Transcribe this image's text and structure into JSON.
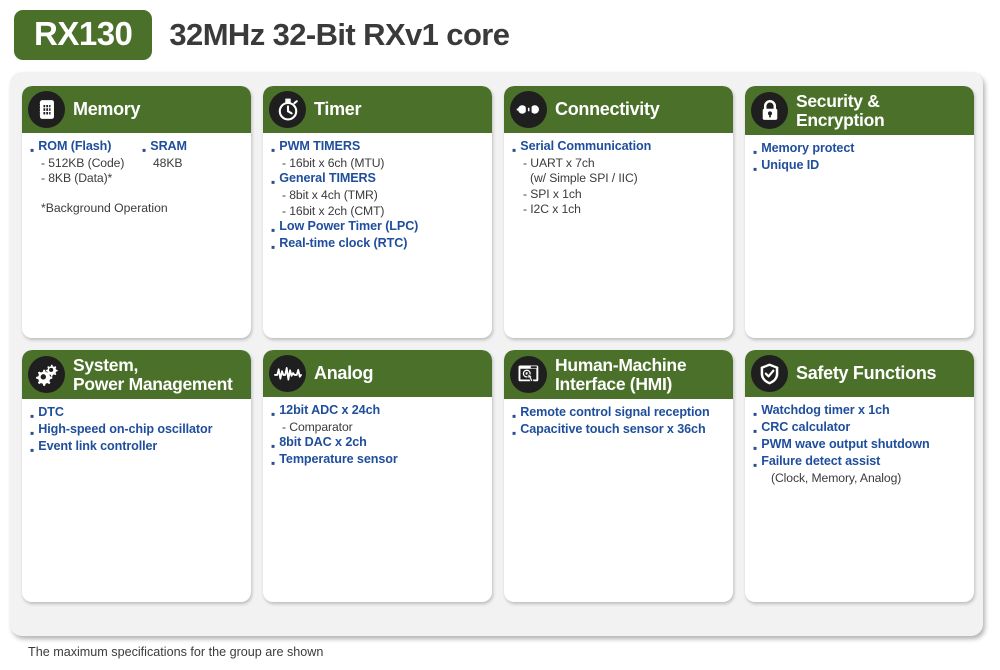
{
  "header": {
    "chip_name": "RX130",
    "subtitle": "32MHz 32-Bit RXv1 core",
    "badge_color": "#4a7029"
  },
  "theme": {
    "header_green": "#4a7029",
    "icon_black": "#1f1f1f",
    "primary_blue": "#1f4e9c",
    "body_text": "#3b3b3b",
    "panel_bg": "#f2f2f2",
    "card_bg": "#ffffff"
  },
  "cards": [
    {
      "id": "memory",
      "title": "Memory",
      "icon": "memory-chip-icon",
      "two_line": false,
      "layout": "two-column",
      "column_a": [
        {
          "type": "primary",
          "text": "ROM (Flash)"
        },
        {
          "type": "sub",
          "text": "- 512KB (Code)"
        },
        {
          "type": "sub",
          "text": "- 8KB (Data)*"
        }
      ],
      "column_b": [
        {
          "type": "primary",
          "text": "SRAM"
        },
        {
          "type": "sub",
          "text": "48KB"
        }
      ],
      "note": "*Background Operation"
    },
    {
      "id": "timer",
      "title": "Timer",
      "icon": "stopwatch-icon",
      "two_line": false,
      "layout": "list",
      "items": [
        {
          "type": "primary",
          "text": "PWM TIMERS"
        },
        {
          "type": "sub",
          "text": "- 16bit x 6ch (MTU)"
        },
        {
          "type": "primary",
          "text": "General TIMERS"
        },
        {
          "type": "sub",
          "text": "- 8bit x 4ch (TMR)"
        },
        {
          "type": "sub",
          "text": "- 16bit x 2ch (CMT)"
        },
        {
          "type": "primary",
          "text": "Low Power Timer (LPC)"
        },
        {
          "type": "primary",
          "text": "Real-time clock (RTC)"
        }
      ]
    },
    {
      "id": "connectivity",
      "title": "Connectivity",
      "icon": "plug-connector-icon",
      "two_line": false,
      "layout": "list",
      "items": [
        {
          "type": "primary",
          "text": "Serial Communication"
        },
        {
          "type": "sub",
          "text": "- UART x 7ch"
        },
        {
          "type": "sub2",
          "text": "(w/ Simple SPI / IIC)"
        },
        {
          "type": "sub",
          "text": "- SPI x 1ch"
        },
        {
          "type": "sub",
          "text": "- I2C x 1ch"
        }
      ]
    },
    {
      "id": "security",
      "title": "Security &\nEncryption",
      "icon": "lock-icon",
      "two_line": true,
      "layout": "list",
      "items": [
        {
          "type": "primary",
          "text": "Memory protect"
        },
        {
          "type": "primary",
          "text": "Unique ID"
        }
      ]
    },
    {
      "id": "system-power",
      "title": "System,\nPower Management",
      "icon": "gears-icon",
      "two_line": true,
      "layout": "list",
      "items": [
        {
          "type": "primary",
          "text": "DTC"
        },
        {
          "type": "primary",
          "text": "High-speed on-chip oscillator"
        },
        {
          "type": "primary",
          "text": "Event link controller"
        }
      ]
    },
    {
      "id": "analog",
      "title": "Analog",
      "icon": "waveform-icon",
      "two_line": false,
      "layout": "list",
      "items": [
        {
          "type": "primary",
          "text": "12bit  ADC x 24ch"
        },
        {
          "type": "sub",
          "text": "- Comparator"
        },
        {
          "type": "primary",
          "text": "8bit DAC x 2ch"
        },
        {
          "type": "primary",
          "text": "Temperature sensor"
        }
      ]
    },
    {
      "id": "hmi",
      "title": "Human-Machine\nInterface (HMI)",
      "icon": "touchscreen-icon",
      "two_line": true,
      "layout": "list",
      "items": [
        {
          "type": "primary",
          "text": "Remote control signal reception"
        },
        {
          "type": "primary",
          "text": "Capacitive touch sensor x 36ch"
        }
      ]
    },
    {
      "id": "safety",
      "title": "Safety Functions",
      "icon": "shield-check-icon",
      "two_line": false,
      "layout": "list",
      "items": [
        {
          "type": "primary",
          "text": "Watchdog timer x 1ch"
        },
        {
          "type": "primary",
          "text": "CRC calculator"
        },
        {
          "type": "primary",
          "text": "PWM wave output shutdown"
        },
        {
          "type": "primary",
          "text": "Failure detect assist"
        },
        {
          "type": "sub2",
          "text": "(Clock, Memory, Analog)"
        }
      ]
    }
  ],
  "footer": {
    "note": "The maximum specifications for the group are shown"
  }
}
